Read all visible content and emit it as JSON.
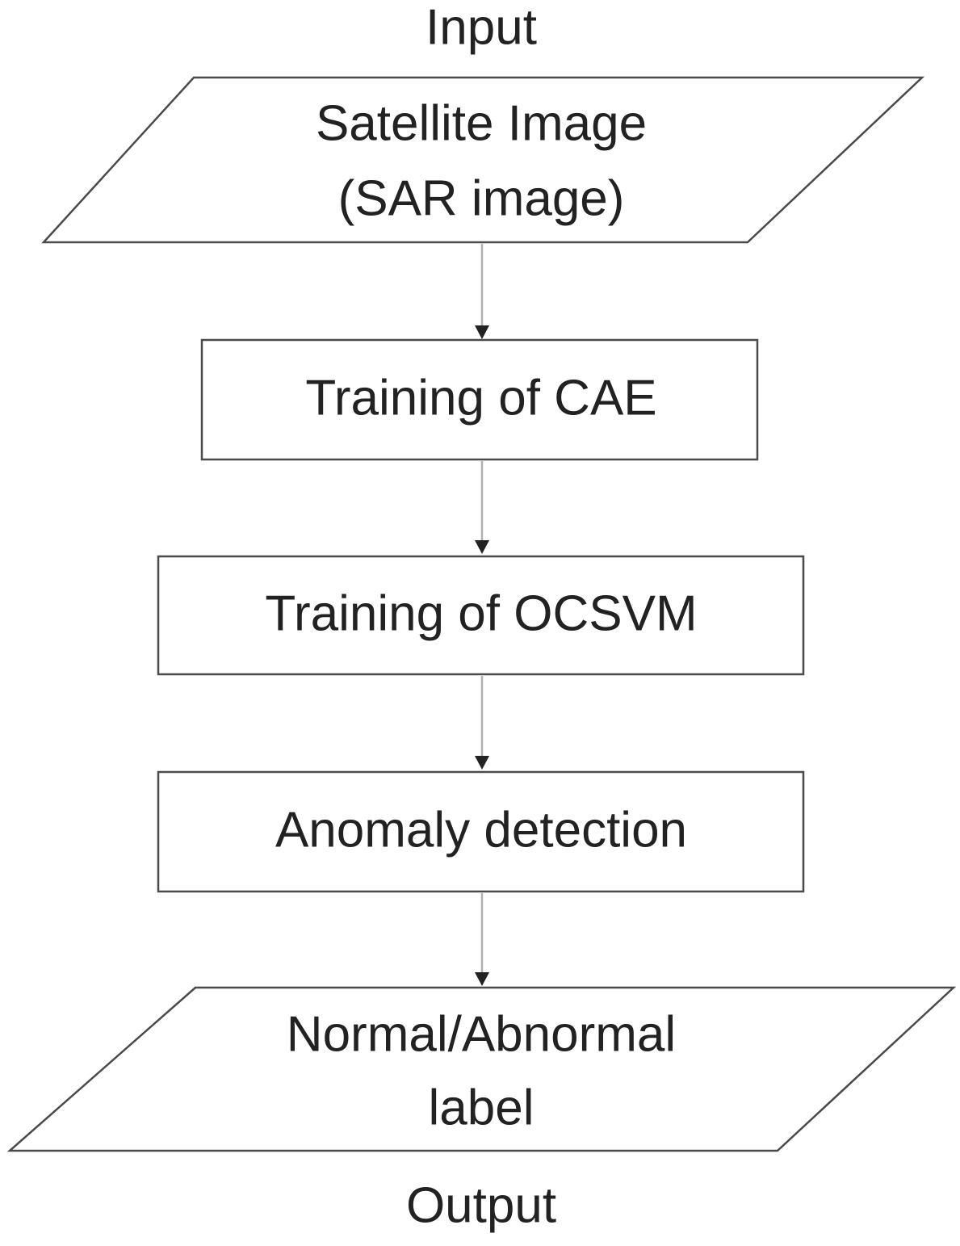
{
  "diagram": {
    "input_label": "Input",
    "output_label": "Output",
    "nodes": [
      {
        "id": "satellite-image",
        "shape": "parallelogram",
        "lines": [
          "Satellite Image",
          "(SAR image)"
        ]
      },
      {
        "id": "training-cae",
        "shape": "rectangle",
        "lines": [
          "Training of CAE"
        ]
      },
      {
        "id": "training-ocsvm",
        "shape": "rectangle",
        "lines": [
          "Training of OCSVM"
        ]
      },
      {
        "id": "anomaly-detection",
        "shape": "rectangle",
        "lines": [
          "Anomaly detection"
        ]
      },
      {
        "id": "normal-abnormal-label",
        "shape": "parallelogram",
        "lines": [
          "Normal/Abnormal",
          "label"
        ]
      }
    ],
    "edges": [
      {
        "from": "satellite-image",
        "to": "training-cae"
      },
      {
        "from": "training-cae",
        "to": "training-ocsvm"
      },
      {
        "from": "training-ocsvm",
        "to": "anomaly-detection"
      },
      {
        "from": "anomaly-detection",
        "to": "normal-abnormal-label"
      }
    ],
    "colors": {
      "shape_stroke": "#4a4a4a",
      "edge_line": "#b0b0b0",
      "arrow_head": "#222222",
      "text": "#222222",
      "background": "#ffffff"
    }
  }
}
